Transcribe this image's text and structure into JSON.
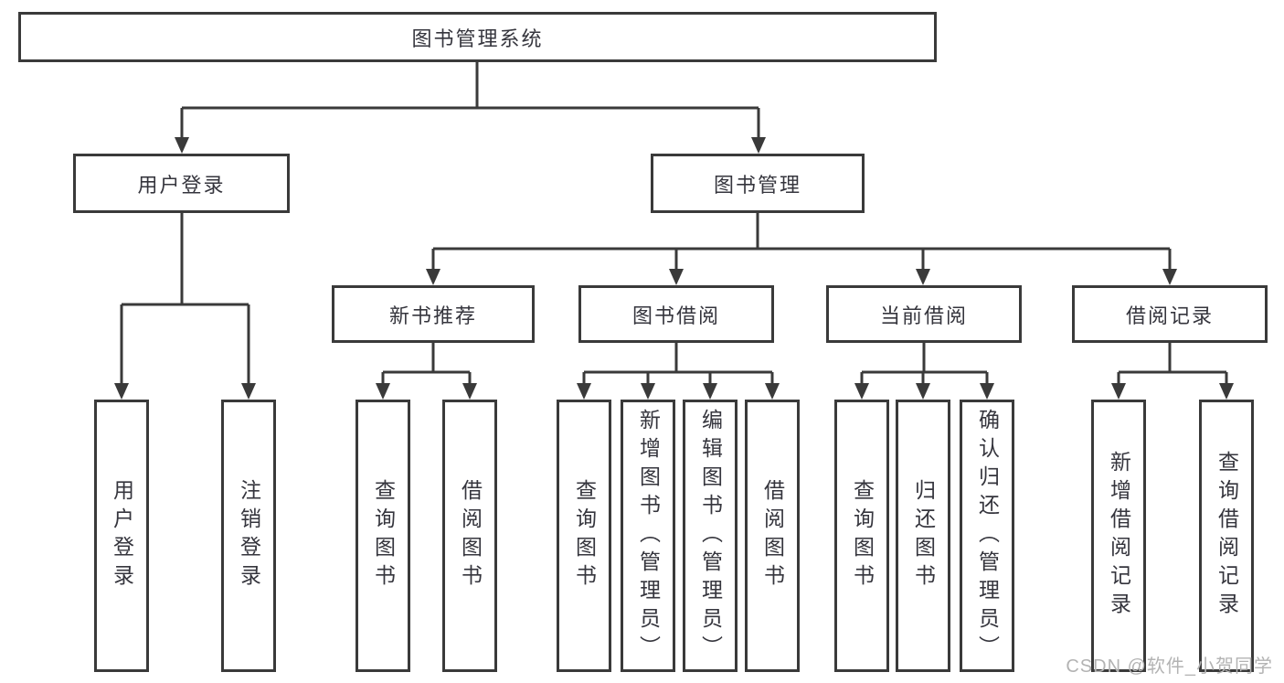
{
  "tree": {
    "root": {
      "label": "图书管理系统",
      "children": [
        {
          "label": "用户登录",
          "children": [
            {
              "label": "用户登录"
            },
            {
              "label": "注销登录"
            }
          ]
        },
        {
          "label": "图书管理",
          "children": [
            {
              "label": "新书推荐",
              "children": [
                {
                  "label": "查询图书"
                },
                {
                  "label": "借阅图书"
                }
              ]
            },
            {
              "label": "图书借阅",
              "children": [
                {
                  "label": "查询图书"
                },
                {
                  "label": "新增图书（管理员）"
                },
                {
                  "label": "编辑图书（管理员）"
                },
                {
                  "label": "借阅图书"
                }
              ]
            },
            {
              "label": "当前借阅",
              "children": [
                {
                  "label": "查询图书"
                },
                {
                  "label": "归还图书"
                },
                {
                  "label": "确认归还（管理员）"
                }
              ]
            },
            {
              "label": "借阅记录",
              "children": [
                {
                  "label": "新增借阅记录"
                },
                {
                  "label": "查询借阅记录"
                }
              ]
            }
          ]
        }
      ]
    }
  },
  "watermark": {
    "text": "CSDN @软件_小贺同学"
  },
  "colors": {
    "line": "#3a3a3a",
    "border": "#3a3a3a",
    "text": "#35353d",
    "watermark": "#b3b3b3",
    "background": "#ffffff"
  }
}
